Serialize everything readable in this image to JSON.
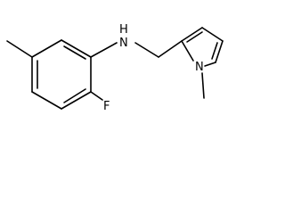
{
  "molecule": {
    "atoms": {
      "fluorine": "F",
      "amine_n": "N",
      "amine_h": "H",
      "pyrrole_n": "N"
    }
  },
  "colors": {
    "bond": "#000000",
    "label": "#000000",
    "background": "#ffffff"
  }
}
